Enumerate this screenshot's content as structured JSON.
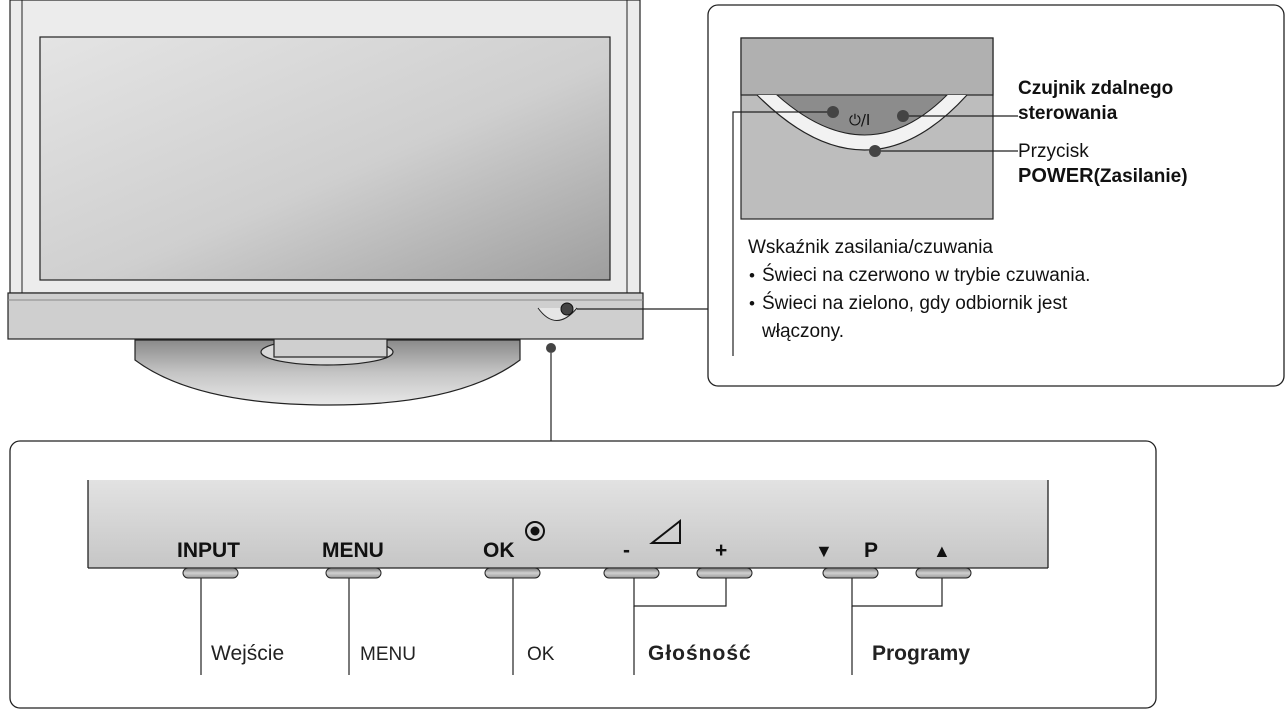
{
  "detail_top": {
    "power_symbol": "⏻/I",
    "sensor_label": "Czujnik zdalnego\nsterowania",
    "power_button_label": {
      "line1": "Przycisk",
      "bold_part": "POWER",
      "rest": "(Zasilanie)"
    },
    "indicator": {
      "title": "Wskaźnik zasilania/czuwania",
      "items": [
        "Świeci na czerwono w trybie czuwania.",
        "Świeci na zielono, gdy odbiornik jest włączony."
      ]
    }
  },
  "control_panel": {
    "buttons": [
      {
        "label": "INPUT",
        "caption": "Wejście"
      },
      {
        "label": "MENU",
        "caption": "MENU"
      },
      {
        "label": "OK",
        "caption": "OK"
      },
      {
        "label": "-",
        "caption": ""
      },
      {
        "label": "+",
        "caption": ""
      },
      {
        "label": "▼",
        "caption": ""
      },
      {
        "label": "P",
        "caption": ""
      },
      {
        "label": "▲",
        "caption": ""
      }
    ],
    "volume_caption": "Głośność",
    "programs_caption": "Programy"
  }
}
